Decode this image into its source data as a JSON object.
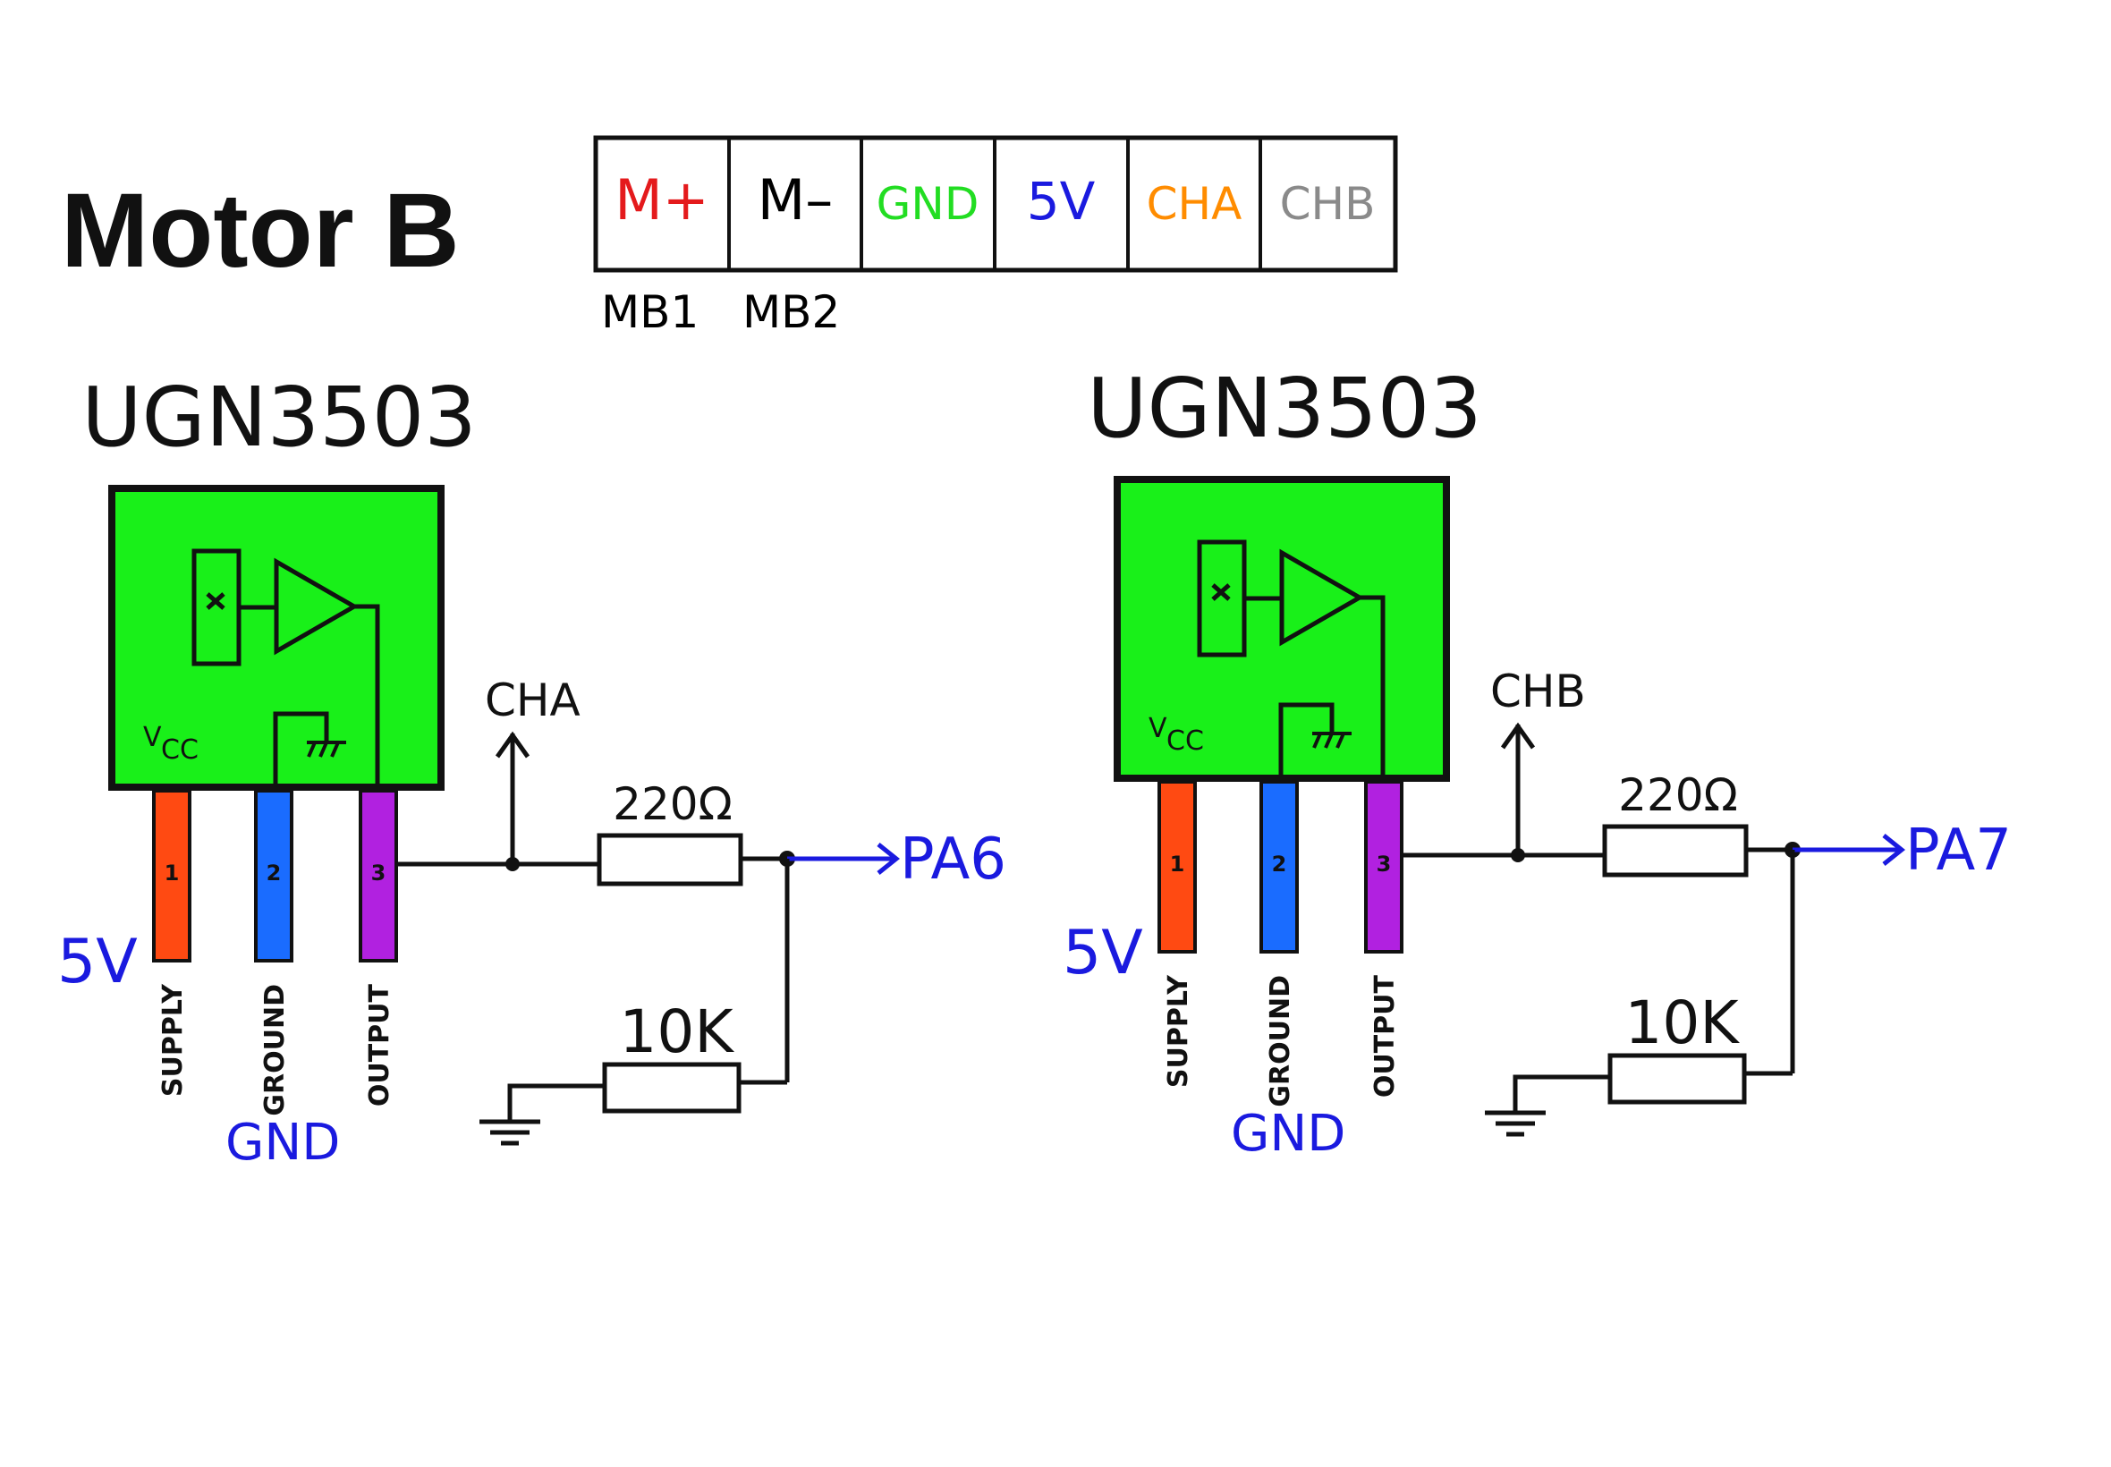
{
  "title": "Motor B",
  "connector": {
    "pins": [
      {
        "label": "M+",
        "color": "#e41a1c"
      },
      {
        "label": "M–",
        "color": "#000000"
      },
      {
        "label": "GND",
        "color": "#22dd22"
      },
      {
        "label": "5V",
        "color": "#1a1adf"
      },
      {
        "label": "CHA",
        "color": "#ff8c00"
      },
      {
        "label": "CHB",
        "color": "#8a8a8a"
      }
    ],
    "sublabels": [
      "MB1",
      "MB2"
    ]
  },
  "colors": {
    "chip": "#19f019",
    "pin1": "#ff4a12",
    "pin2": "#1a6cff",
    "pin3": "#b121e0",
    "blue_text": "#1a1adf",
    "line": "#111111"
  },
  "circuits": [
    {
      "chip_name": "UGN3503",
      "vcc": "V",
      "vcc_sub": "CC",
      "pin_numbers": [
        "1",
        "2",
        "3"
      ],
      "pin_names": [
        "SUPPLY",
        "GROUND",
        "OUTPUT"
      ],
      "supply_label": "5V",
      "ground_label": "GND",
      "channel": "CHA",
      "r1": "220Ω",
      "r2": "10K",
      "output": "PA6"
    },
    {
      "chip_name": "UGN3503",
      "vcc": "V",
      "vcc_sub": "CC",
      "pin_numbers": [
        "1",
        "2",
        "3"
      ],
      "pin_names": [
        "SUPPLY",
        "GROUND",
        "OUTPUT"
      ],
      "supply_label": "5V",
      "ground_label": "GND",
      "channel": "CHB",
      "r1": "220Ω",
      "r2": "10K",
      "output": "PA7"
    }
  ]
}
